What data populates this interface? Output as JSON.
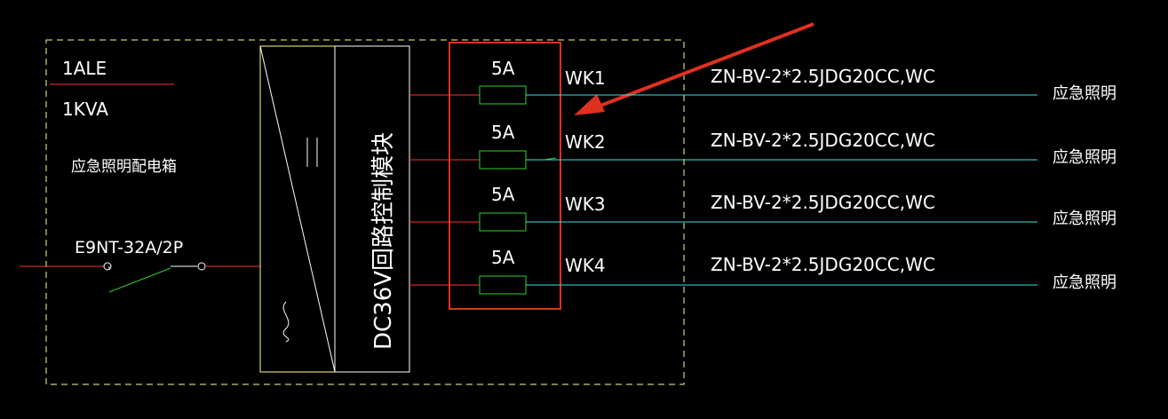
{
  "panel": {
    "id": "1ALE",
    "capacity": "1KVA",
    "name": "应急照明配电箱"
  },
  "main_breaker": {
    "label": "E9NT-32A/2P"
  },
  "module": {
    "label": "DC36V回路控制模块",
    "ac_symbol": "~",
    "dc_symbol": "="
  },
  "circuits": [
    {
      "fuse": "5A",
      "id": "WK1",
      "cable": "ZN-BV-2*2.5JDG20CC,WC",
      "load": "应急照明"
    },
    {
      "fuse": "5A",
      "id": "WK2",
      "cable": "ZN-BV-2*2.5JDG20CC,WC",
      "load": "应急照明"
    },
    {
      "fuse": "5A",
      "id": "WK3",
      "cable": "ZN-BV-2*2.5JDG20CC,WC",
      "load": "应急照明"
    },
    {
      "fuse": "5A",
      "id": "WK4",
      "cable": "ZN-BV-2*2.5JDG20CC,WC",
      "load": "应急照明"
    }
  ],
  "colors": {
    "background": "#000000",
    "enclosure": "#ffff80",
    "feeder_red": "#ff3030",
    "outgoing_cyan": "#40e0e0",
    "fuse_green": "#30d030",
    "highlight": "#e03020"
  }
}
